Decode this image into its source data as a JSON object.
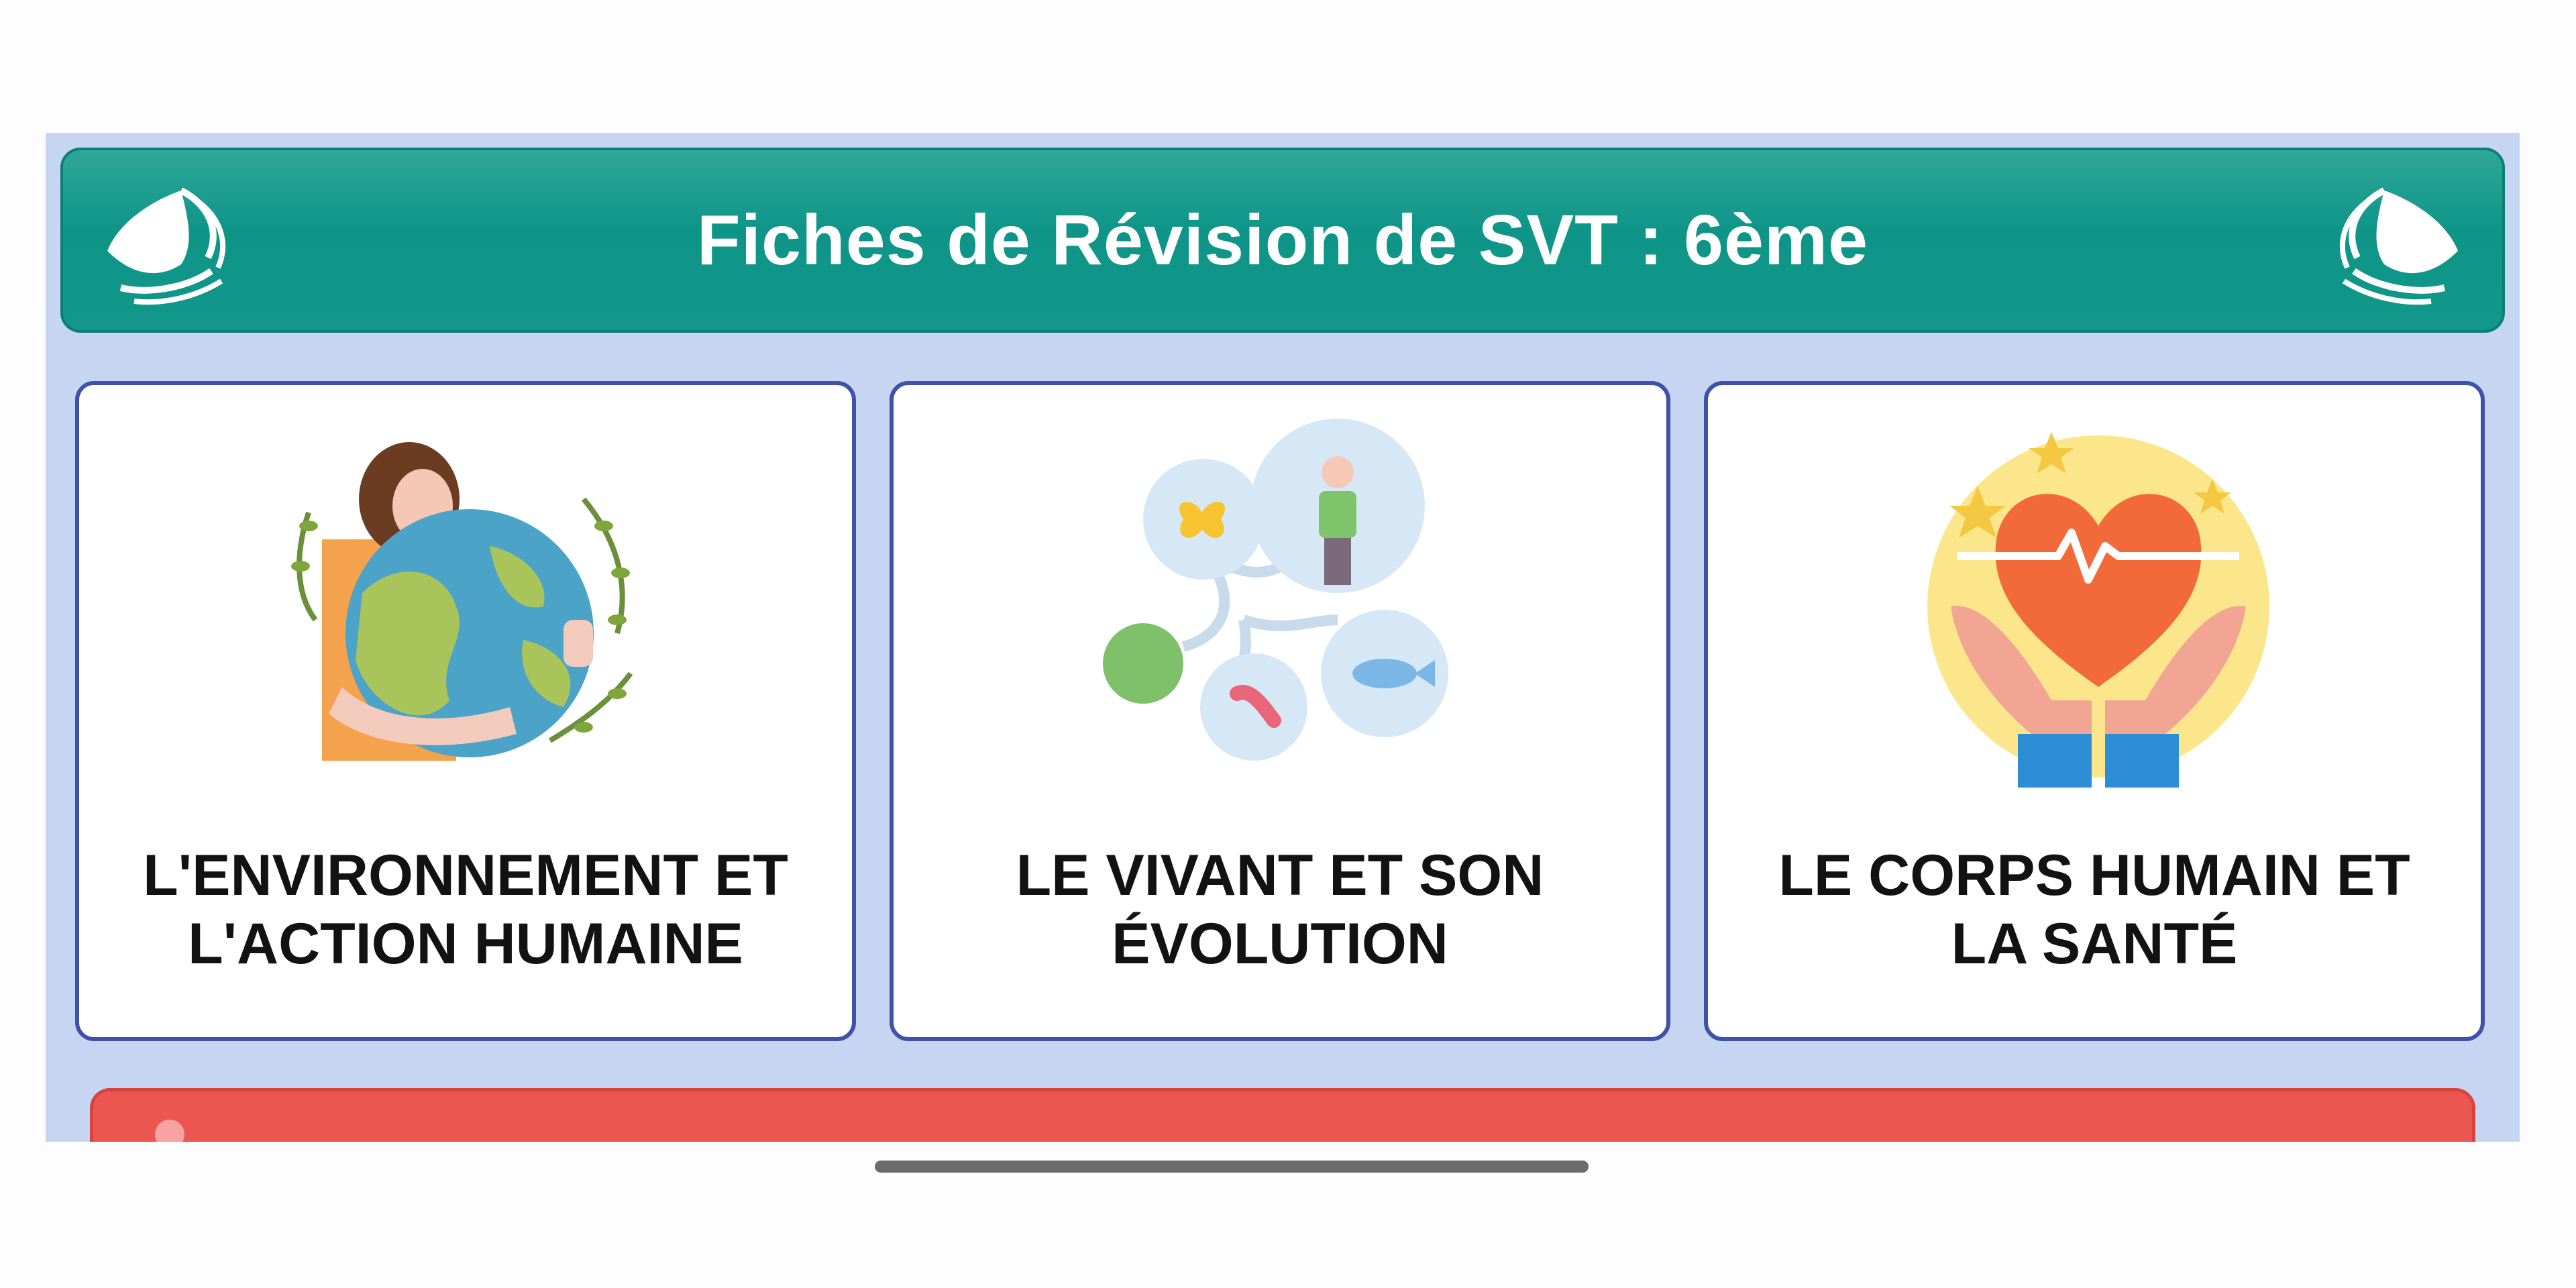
{
  "header": {
    "title": "Fiches de Révision de SVT : 6ème",
    "logo_icon": "book-wings-icon",
    "color": "#11978a"
  },
  "cards": [
    {
      "label": "L'ENVIRONNEMENT ET L'ACTION HUMAINE",
      "icon": "person-hugging-earth-icon"
    },
    {
      "label": "LE VIVANT ET SON ÉVOLUTION",
      "icon": "evolution-bubbles-icon"
    },
    {
      "label": "LE CORPS HUMAIN ET LA SANTÉ",
      "icon": "heart-in-hands-icon"
    }
  ],
  "colors": {
    "panel_background": "#c6d5f2",
    "card_border": "#3f51a8",
    "red_banner": "#ec5651"
  }
}
